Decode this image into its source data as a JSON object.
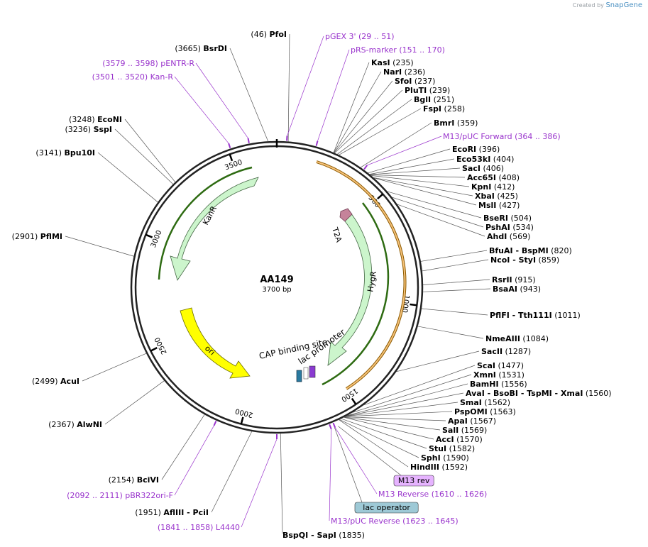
{
  "credit": {
    "prefix": "Created by",
    "brand": "SnapGene"
  },
  "plasmid": {
    "name": "AA149",
    "length_label": "3700 bp",
    "length": 3700
  },
  "colors": {
    "enzyme": "#444444",
    "primer": "#9933cc",
    "backbone": "#222222"
  },
  "ticks": [
    "500",
    "1000",
    "1500",
    "2000",
    "2500",
    "3000",
    "3500"
  ],
  "features": [
    {
      "name": "KanR",
      "kind": "arrow"
    },
    {
      "name": "HygR",
      "kind": "arrow"
    },
    {
      "name": "ori",
      "kind": "arrow"
    },
    {
      "name": "T2A",
      "kind": "small"
    },
    {
      "name": "CAP binding site",
      "kind": "small"
    },
    {
      "name": "lac promoter",
      "kind": "small"
    }
  ],
  "enzymes": [
    {
      "pos": "(46)",
      "name": "PfoI"
    },
    {
      "pos": "(3665)",
      "name": "BsrDI"
    },
    {
      "pos": "(3248)",
      "name": "EcoNI"
    },
    {
      "pos": "(3236)",
      "name": "SspI"
    },
    {
      "pos": "(3141)",
      "name": "Bpu10I"
    },
    {
      "pos": "(2901)",
      "name": "PflMI"
    },
    {
      "pos": "(2499)",
      "name": "AcuI"
    },
    {
      "pos": "(2367)",
      "name": "AlwNI"
    },
    {
      "pos": "(2154)",
      "name": "BciVI"
    },
    {
      "pos": "(1951)",
      "name": "AflIII",
      "extra": "- PciI"
    },
    {
      "name": "KasI",
      "pos": "(235)"
    },
    {
      "name": "NarI",
      "pos": "(236)"
    },
    {
      "name": "SfoI",
      "pos": "(237)"
    },
    {
      "name": "PluTI",
      "pos": "(239)"
    },
    {
      "name": "BglI",
      "pos": "(251)"
    },
    {
      "name": "FspI",
      "pos": "(258)"
    },
    {
      "name": "BmrI",
      "pos": "(359)"
    },
    {
      "name": "EcoRI",
      "pos": "(396)"
    },
    {
      "name": "Eco53kI",
      "pos": "(404)"
    },
    {
      "name": "SacI",
      "pos": "(406)"
    },
    {
      "name": "Acc65I",
      "pos": "(408)"
    },
    {
      "name": "KpnI",
      "pos": "(412)"
    },
    {
      "name": "XbaI",
      "pos": "(425)"
    },
    {
      "name": "MslI",
      "pos": "(427)"
    },
    {
      "name": "BseRI",
      "pos": "(504)"
    },
    {
      "name": "PshAI",
      "pos": "(534)"
    },
    {
      "name": "AhdI",
      "pos": "(569)"
    },
    {
      "name": "BfuAI",
      "extra": "- BspMI",
      "pos": "(820)"
    },
    {
      "name": "NcoI",
      "extra": "- StyI",
      "pos": "(859)"
    },
    {
      "name": "RsrII",
      "pos": "(915)"
    },
    {
      "name": "BsaAI",
      "pos": "(943)"
    },
    {
      "name": "PflFI",
      "extra": "- Tth111I",
      "pos": "(1011)"
    },
    {
      "name": "NmeAIII",
      "pos": "(1084)"
    },
    {
      "name": "SacII",
      "pos": "(1287)"
    },
    {
      "name": "ScaI",
      "pos": "(1477)"
    },
    {
      "name": "XmnI",
      "pos": "(1531)"
    },
    {
      "name": "BamHI",
      "pos": "(1556)"
    },
    {
      "name": "AvaI",
      "extra": "- BsoBI - TspMI - XmaI",
      "pos": "(1560)"
    },
    {
      "name": "SmaI",
      "pos": "(1562)"
    },
    {
      "name": "PspOMI",
      "pos": "(1563)"
    },
    {
      "name": "ApaI",
      "pos": "(1567)"
    },
    {
      "name": "SalI",
      "pos": "(1569)"
    },
    {
      "name": "AccI",
      "pos": "(1570)"
    },
    {
      "name": "StuI",
      "pos": "(1582)"
    },
    {
      "name": "SphI",
      "pos": "(1590)"
    },
    {
      "name": "HindIII",
      "pos": "(1592)"
    },
    {
      "name": "BspQI",
      "extra": "- SapI",
      "pos": "(1835)"
    }
  ],
  "primers": [
    {
      "name": "pGEX 3'",
      "range": "(29 .. 51)"
    },
    {
      "name": "pRS-marker",
      "range": "(151 .. 170)"
    },
    {
      "range": "(3579 .. 3598)",
      "name": "pENTR-R"
    },
    {
      "range": "(3501 .. 3520)",
      "name": "Kan-R"
    },
    {
      "name": "M13/pUC Forward",
      "range": "(364 .. 386)"
    },
    {
      "name": "M13 Reverse",
      "range": "(1610 .. 1626)"
    },
    {
      "name": "M13/pUC Reverse",
      "range": "(1623 .. 1645)"
    },
    {
      "range": "(2092 .. 2111)",
      "name": "pBR322ori-F"
    },
    {
      "range": "(1841 .. 1858)",
      "name": "L4440"
    }
  ],
  "boxed": [
    {
      "name": "M13 rev",
      "color": "#e6b3ff"
    },
    {
      "name": "lac operator",
      "color": "#9ec9d6"
    }
  ]
}
